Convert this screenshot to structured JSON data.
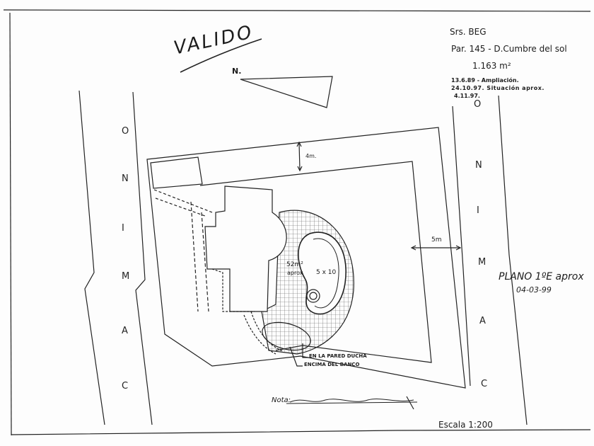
{
  "stamp": {
    "valid": "VALIDO"
  },
  "title_block": {
    "client": "Srs. BEG",
    "parcel": "Par. 145 - D.Cumbre del sol",
    "area": "1.163 m²",
    "history": [
      "13.6.89 - Ampliación.",
      "24.10.97. Situación aprox.",
      "4.11.97."
    ]
  },
  "north": {
    "label": "N."
  },
  "roads": {
    "left": [
      "C",
      "A",
      "M",
      "I",
      "N",
      "O"
    ],
    "right": [
      "C",
      "A",
      "M",
      "I",
      "N",
      "O"
    ]
  },
  "dimensions": {
    "setback_top": "4m.",
    "setback_right": "5m"
  },
  "terrace": {
    "area": "52m²",
    "approx": "aprox"
  },
  "pool": {
    "size": "5 x 10"
  },
  "notes": {
    "shower_wall": "EN LA PARED DUCHA",
    "above_bench": "ENCIMA DEL BANCO",
    "crossed_note_prefix": "Nota:"
  },
  "plan_stamp": {
    "label": "PLANO 1ºE aprox",
    "date": "04-03-99"
  },
  "scale": "Escala 1:200",
  "colors": {
    "ink": "#1c1c1c",
    "paper": "#fdfdfd"
  }
}
